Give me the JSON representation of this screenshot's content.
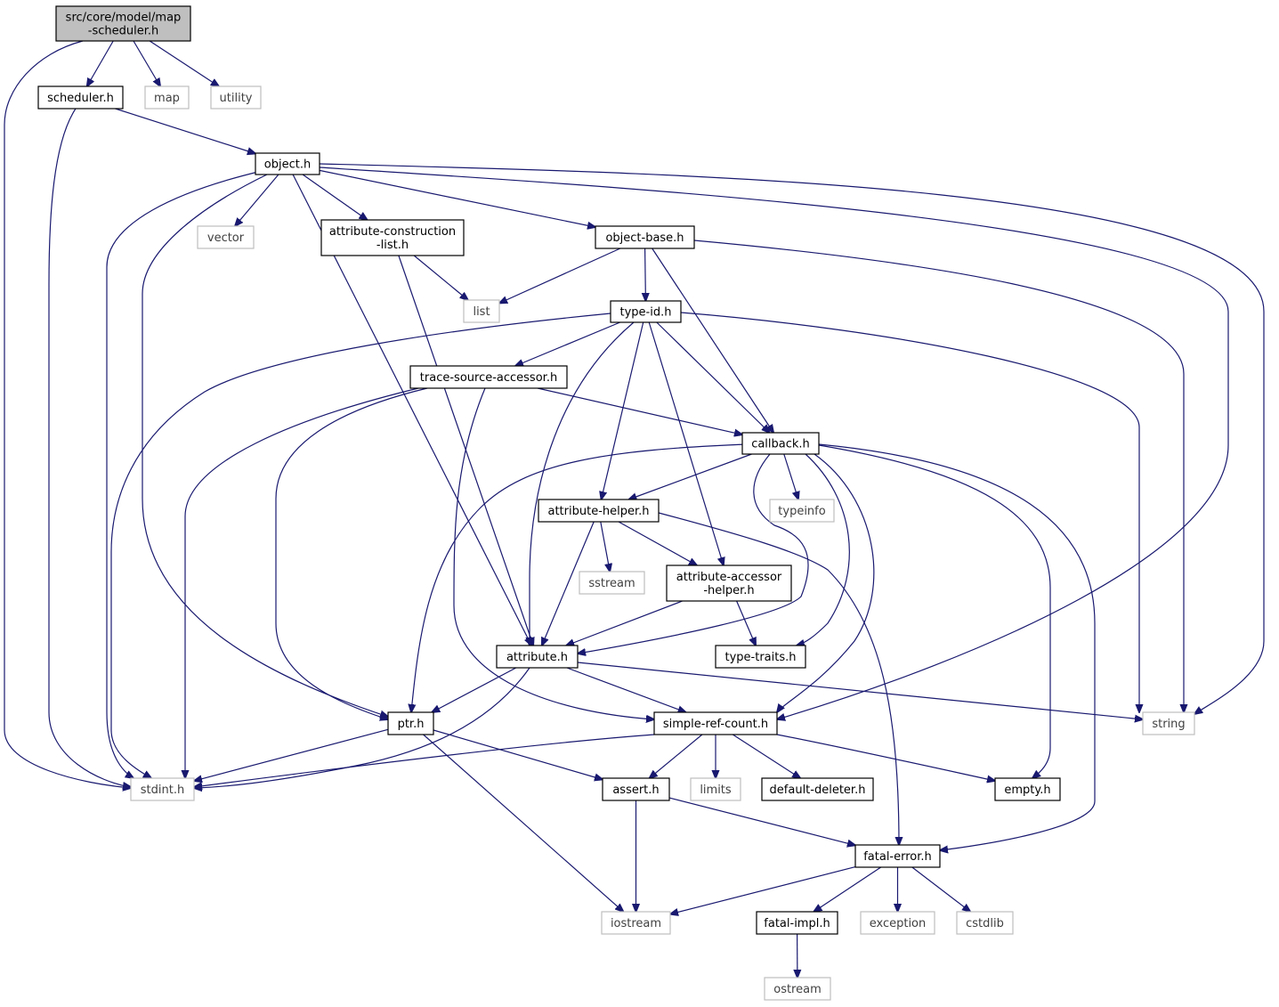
{
  "colors": {
    "edge": "#191970",
    "root_fill": "#bfbfbf",
    "doc_border": "#000000",
    "ext_border": "#bfbfbf"
  },
  "nodes": [
    {
      "id": "root",
      "kind": "root",
      "lines": [
        "src/core/model/map",
        "-scheduler.h"
      ]
    },
    {
      "id": "scheduler",
      "kind": "doc",
      "lines": [
        "scheduler.h"
      ]
    },
    {
      "id": "map",
      "kind": "ext",
      "lines": [
        "map"
      ]
    },
    {
      "id": "utility",
      "kind": "ext",
      "lines": [
        "utility"
      ]
    },
    {
      "id": "object",
      "kind": "doc",
      "lines": [
        "object.h"
      ]
    },
    {
      "id": "vector",
      "kind": "ext",
      "lines": [
        "vector"
      ]
    },
    {
      "id": "acl",
      "kind": "doc",
      "lines": [
        "attribute-construction",
        "-list.h"
      ]
    },
    {
      "id": "objbase",
      "kind": "doc",
      "lines": [
        "object-base.h"
      ]
    },
    {
      "id": "list",
      "kind": "ext",
      "lines": [
        "list"
      ]
    },
    {
      "id": "typeid",
      "kind": "doc",
      "lines": [
        "type-id.h"
      ]
    },
    {
      "id": "tsa",
      "kind": "doc",
      "lines": [
        "trace-source-accessor.h"
      ]
    },
    {
      "id": "callback",
      "kind": "doc",
      "lines": [
        "callback.h"
      ]
    },
    {
      "id": "typeinfo",
      "kind": "ext",
      "lines": [
        "typeinfo"
      ]
    },
    {
      "id": "ahelper",
      "kind": "doc",
      "lines": [
        "attribute-helper.h"
      ]
    },
    {
      "id": "sstream",
      "kind": "ext",
      "lines": [
        "sstream"
      ]
    },
    {
      "id": "aah",
      "kind": "doc",
      "lines": [
        "attribute-accessor",
        "-helper.h"
      ]
    },
    {
      "id": "traits",
      "kind": "doc",
      "lines": [
        "type-traits.h"
      ]
    },
    {
      "id": "attr",
      "kind": "doc",
      "lines": [
        "attribute.h"
      ]
    },
    {
      "id": "ptr",
      "kind": "doc",
      "lines": [
        "ptr.h"
      ]
    },
    {
      "id": "src",
      "kind": "doc",
      "lines": [
        "simple-ref-count.h"
      ]
    },
    {
      "id": "string",
      "kind": "ext",
      "lines": [
        "string"
      ]
    },
    {
      "id": "stdint",
      "kind": "ext",
      "lines": [
        "stdint.h"
      ]
    },
    {
      "id": "assert",
      "kind": "doc",
      "lines": [
        "assert.h"
      ]
    },
    {
      "id": "limits",
      "kind": "ext",
      "lines": [
        "limits"
      ]
    },
    {
      "id": "deleter",
      "kind": "doc",
      "lines": [
        "default-deleter.h"
      ]
    },
    {
      "id": "empty",
      "kind": "doc",
      "lines": [
        "empty.h"
      ]
    },
    {
      "id": "fatal",
      "kind": "doc",
      "lines": [
        "fatal-error.h"
      ]
    },
    {
      "id": "iostream",
      "kind": "ext",
      "lines": [
        "iostream"
      ]
    },
    {
      "id": "fimpl",
      "kind": "doc",
      "lines": [
        "fatal-impl.h"
      ]
    },
    {
      "id": "exception",
      "kind": "ext",
      "lines": [
        "exception"
      ]
    },
    {
      "id": "cstdlib",
      "kind": "ext",
      "lines": [
        "cstdlib"
      ]
    },
    {
      "id": "ostream",
      "kind": "ext",
      "lines": [
        "ostream"
      ]
    }
  ],
  "edges": [
    [
      "root",
      "stdint"
    ],
    [
      "root",
      "scheduler"
    ],
    [
      "root",
      "map"
    ],
    [
      "root",
      "utility"
    ],
    [
      "scheduler",
      "stdint"
    ],
    [
      "scheduler",
      "object"
    ],
    [
      "object",
      "vector"
    ],
    [
      "object",
      "acl"
    ],
    [
      "object",
      "objbase"
    ],
    [
      "object",
      "stdint"
    ],
    [
      "object",
      "ptr"
    ],
    [
      "object",
      "attr"
    ],
    [
      "object",
      "src"
    ],
    [
      "object",
      "string"
    ],
    [
      "acl",
      "list"
    ],
    [
      "acl",
      "attr"
    ],
    [
      "objbase",
      "list"
    ],
    [
      "objbase",
      "typeid"
    ],
    [
      "objbase",
      "callback"
    ],
    [
      "objbase",
      "string"
    ],
    [
      "typeid",
      "tsa"
    ],
    [
      "typeid",
      "callback"
    ],
    [
      "typeid",
      "ahelper"
    ],
    [
      "typeid",
      "aah"
    ],
    [
      "typeid",
      "attr"
    ],
    [
      "typeid",
      "stdint"
    ],
    [
      "typeid",
      "string"
    ],
    [
      "tsa",
      "callback"
    ],
    [
      "tsa",
      "stdint"
    ],
    [
      "tsa",
      "ptr"
    ],
    [
      "tsa",
      "src"
    ],
    [
      "callback",
      "typeinfo"
    ],
    [
      "callback",
      "ahelper"
    ],
    [
      "callback",
      "ptr"
    ],
    [
      "callback",
      "attr"
    ],
    [
      "callback",
      "traits"
    ],
    [
      "callback",
      "src"
    ],
    [
      "callback",
      "empty"
    ],
    [
      "callback",
      "fatal"
    ],
    [
      "ahelper",
      "sstream"
    ],
    [
      "ahelper",
      "aah"
    ],
    [
      "ahelper",
      "attr"
    ],
    [
      "ahelper",
      "fatal"
    ],
    [
      "aah",
      "attr"
    ],
    [
      "aah",
      "traits"
    ],
    [
      "attr",
      "ptr"
    ],
    [
      "attr",
      "src"
    ],
    [
      "attr",
      "string"
    ],
    [
      "attr",
      "stdint"
    ],
    [
      "ptr",
      "stdint"
    ],
    [
      "ptr",
      "assert"
    ],
    [
      "ptr",
      "iostream"
    ],
    [
      "src",
      "stdint"
    ],
    [
      "src",
      "assert"
    ],
    [
      "src",
      "limits"
    ],
    [
      "src",
      "deleter"
    ],
    [
      "src",
      "empty"
    ],
    [
      "assert",
      "iostream"
    ],
    [
      "assert",
      "fatal"
    ],
    [
      "fatal",
      "iostream"
    ],
    [
      "fatal",
      "fimpl"
    ],
    [
      "fatal",
      "exception"
    ],
    [
      "fatal",
      "cstdlib"
    ],
    [
      "fimpl",
      "ostream"
    ]
  ]
}
